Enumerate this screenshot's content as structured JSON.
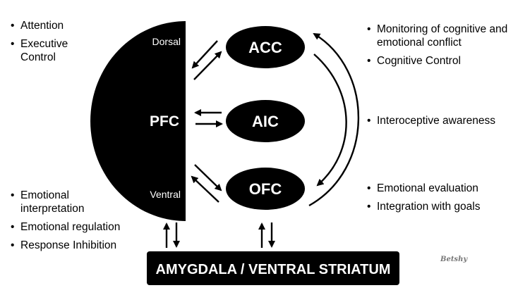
{
  "nodes": {
    "pfc": {
      "label": "PFC",
      "dorsal": "Dorsal",
      "ventral": "Ventral"
    },
    "acc": {
      "label": "ACC"
    },
    "aic": {
      "label": "AIC"
    },
    "ofc": {
      "label": "OFC"
    },
    "amygdala": {
      "label": "AMYGDALA / VENTRAL STRIATUM"
    }
  },
  "annotations": {
    "dorsal_pfc": [
      "Attention",
      "Executive Control"
    ],
    "ventral_pfc": [
      "Emotional interpretation",
      "Emotional regulation",
      "Response Inhibition"
    ],
    "acc": [
      "Monitoring of cognitive and emotional conflict",
      "Cognitive Control"
    ],
    "aic": [
      "Interoceptive awareness"
    ],
    "ofc": [
      "Emotional evaluation",
      "Integration with goals"
    ]
  },
  "connections": [
    {
      "from": "pfc-dorsal",
      "to": "acc",
      "bidirectional": true
    },
    {
      "from": "pfc",
      "to": "aic",
      "bidirectional": true
    },
    {
      "from": "pfc-ventral",
      "to": "ofc",
      "bidirectional": true
    },
    {
      "from": "acc",
      "to": "ofc",
      "bidirectional": true
    },
    {
      "from": "pfc-ventral",
      "to": "amygdala",
      "bidirectional": true
    },
    {
      "from": "ofc",
      "to": "amygdala",
      "bidirectional": true
    }
  ],
  "credit": "Betshy",
  "colors": {
    "node_fill": "#000000",
    "node_text": "#ffffff",
    "background": "#ffffff"
  }
}
